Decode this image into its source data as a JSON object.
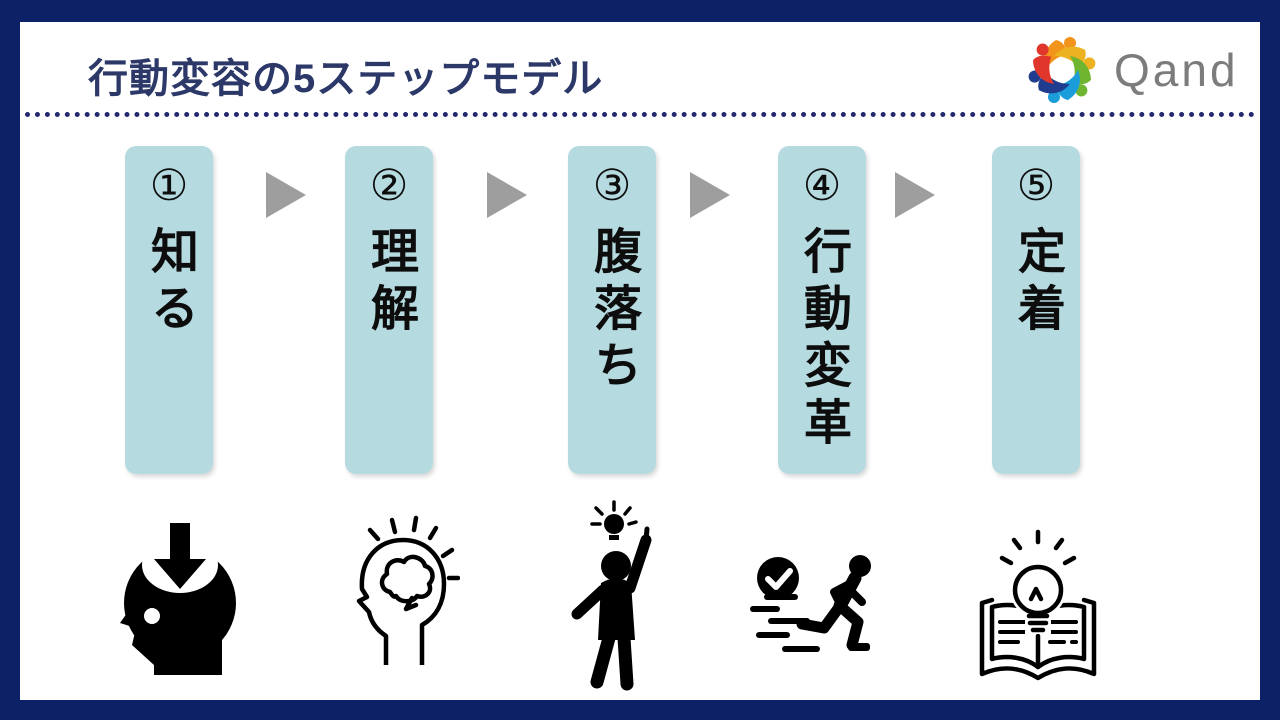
{
  "header": {
    "title": "行動変容の5ステップモデル",
    "logo": {
      "text": "Qand",
      "mark_colors": [
        "#f2941c",
        "#ecb21f",
        "#6fb52f",
        "#1b9dd9",
        "#1f3c8f",
        "#e1362b"
      ]
    }
  },
  "steps": [
    {
      "number": "①",
      "label": "知る",
      "icon": "head-arrow-input-icon"
    },
    {
      "number": "②",
      "label": "理解",
      "icon": "head-brain-icon"
    },
    {
      "number": "③",
      "label": "腹落ち",
      "icon": "person-eureka-bulb-icon"
    },
    {
      "number": "④",
      "label": "行動変革",
      "icon": "runner-check-icon"
    },
    {
      "number": "⑤",
      "label": "定着",
      "icon": "open-book-bulb-icon"
    }
  ],
  "colors": {
    "frame_border": "#0d2167",
    "title": "#2b3868",
    "divider": "#23286f",
    "step_box": "#b5dbe0",
    "arrow": "#9e9e9e",
    "logo_text": "#7c7c7c"
  }
}
